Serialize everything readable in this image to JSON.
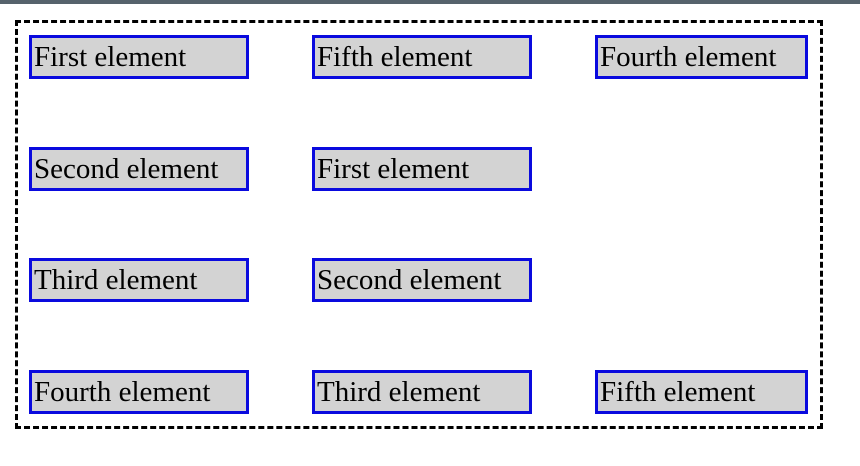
{
  "columns": [
    {
      "items": [
        {
          "label": "First element"
        },
        {
          "label": "Second element"
        },
        {
          "label": "Third element"
        },
        {
          "label": "Fourth element"
        }
      ]
    },
    {
      "items": [
        {
          "label": "Fifth element"
        },
        {
          "label": "First element"
        },
        {
          "label": "Second element"
        },
        {
          "label": "Third element"
        }
      ]
    },
    {
      "items": [
        {
          "label": "Fourth element"
        },
        {
          "label": "Fifth element"
        }
      ]
    }
  ],
  "colors": {
    "cell_border": "#0a0ade",
    "cell_background": "#d3d3d3",
    "container_border": "#000000",
    "top_bar": "#56636c"
  }
}
